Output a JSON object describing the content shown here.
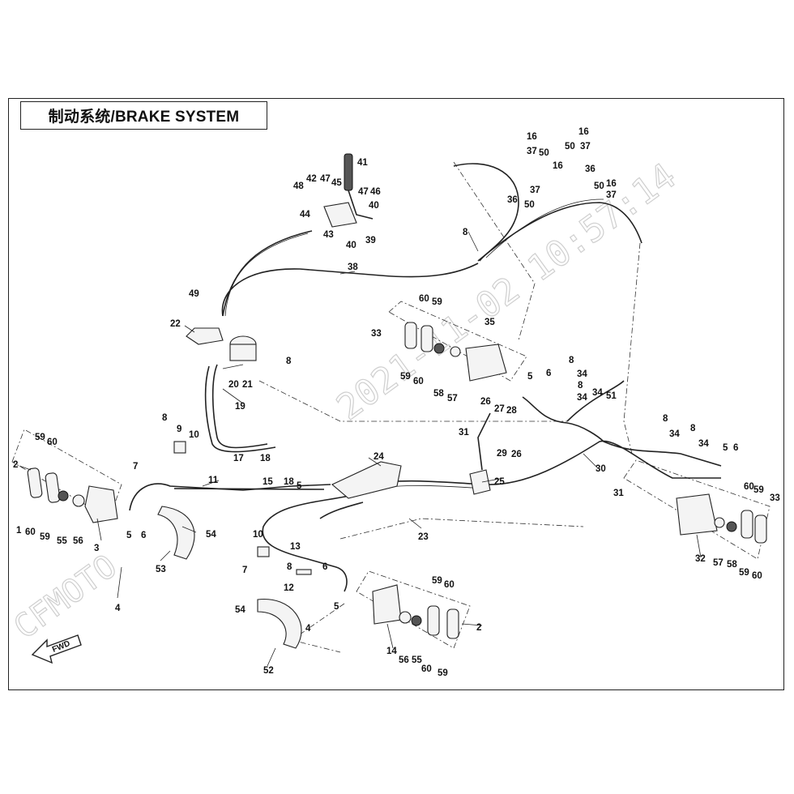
{
  "title": "制动系统/BRAKE SYSTEM",
  "watermark": {
    "date_text": "2021-11-02 10:57:14",
    "brand_text": "CFMOTO"
  },
  "direction_marker": "FWD",
  "labels": {
    "l1": "1",
    "l2a": "2",
    "l2b": "2",
    "l3": "3",
    "l4a": "4",
    "l4b": "4",
    "l5a": "5",
    "l5b": "5",
    "l5c": "5",
    "l5d": "5",
    "l5e": "5",
    "l6a": "6",
    "l6b": "6",
    "l6c": "6",
    "l6d": "6",
    "l7a": "7",
    "l7b": "7",
    "l8a": "8",
    "l8b": "8",
    "l8c": "8",
    "l8d": "8",
    "l8e": "8",
    "l8f": "8",
    "l8g": "8",
    "l8h": "8",
    "l9": "9",
    "l10a": "10",
    "l10b": "10",
    "l11": "11",
    "l12": "12",
    "l13": "13",
    "l14": "14",
    "l15": "15",
    "l16a": "16",
    "l16b": "16",
    "l16c": "16",
    "l16d": "16",
    "l17": "17",
    "l18a": "18",
    "l18b": "18",
    "l19": "19",
    "l20": "20",
    "l21": "21",
    "l22": "22",
    "l23": "23",
    "l24": "24",
    "l25": "25",
    "l26a": "26",
    "l26b": "26",
    "l27": "27",
    "l28": "28",
    "l29": "29",
    "l30": "30",
    "l31a": "31",
    "l31b": "31",
    "l32": "32",
    "l33a": "33",
    "l33b": "33",
    "l34a": "34",
    "l34b": "34",
    "l34c": "34",
    "l34d": "34",
    "l34e": "34",
    "l35": "35",
    "l36a": "36",
    "l36b": "36",
    "l37a": "37",
    "l37b": "37",
    "l37c": "37",
    "l37d": "37",
    "l38": "38",
    "l39": "39",
    "l40a": "40",
    "l40b": "40",
    "l41": "41",
    "l42": "42",
    "l43": "43",
    "l44": "44",
    "l45": "45",
    "l46": "46",
    "l47a": "47",
    "l47b": "47",
    "l48": "48",
    "l49": "49",
    "l50a": "50",
    "l50b": "50",
    "l50c": "50",
    "l50d": "50",
    "l51": "51",
    "l52": "52",
    "l53": "53",
    "l54a": "54",
    "l54b": "54",
    "l55a": "55",
    "l55b": "55",
    "l56a": "56",
    "l56b": "56",
    "l57a": "57",
    "l57b": "57",
    "l58a": "58",
    "l58b": "58",
    "l59a": "59",
    "l59b": "59",
    "l59c": "59",
    "l59d": "59",
    "l59e": "59",
    "l59f": "59",
    "l59g": "59",
    "l59h": "59",
    "l60a": "60",
    "l60b": "60",
    "l60c": "60",
    "l60d": "60",
    "l60e": "60",
    "l60f": "60",
    "l60g": "60",
    "l60h": "60"
  }
}
